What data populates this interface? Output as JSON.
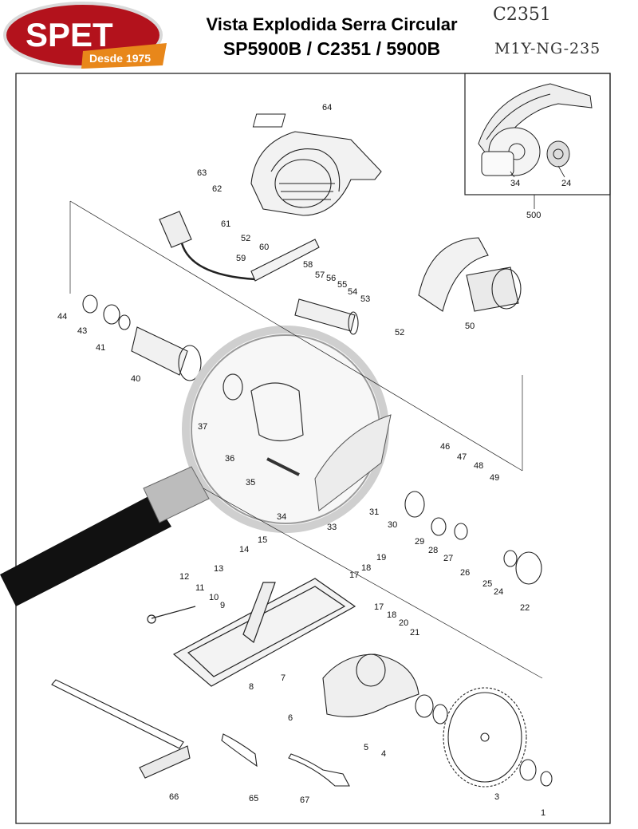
{
  "logo": {
    "brand": "SPET",
    "since": "Desde 1975"
  },
  "title": {
    "line1": "Vista Explodida Serra Circular",
    "line2": "SP5900B / C2351 / 5900B"
  },
  "models": {
    "code": "C2351",
    "variant": "M1Y-NG-235"
  },
  "part_labels": {
    "p1": "1",
    "p3": "3",
    "p4": "4",
    "p5": "5",
    "p6": "6",
    "p7": "7",
    "p8": "8",
    "p9": "9",
    "p10": "10",
    "p11": "11",
    "p12": "12",
    "p13": "13",
    "p14": "14",
    "p15": "15",
    "p17a": "17",
    "p17b": "17",
    "p18a": "18",
    "p18b": "18",
    "p19": "19",
    "p20": "20",
    "p21": "21",
    "p22": "22",
    "p24": "24",
    "p25": "25",
    "p26": "26",
    "p27": "27",
    "p28": "28",
    "p29": "29",
    "p30": "30",
    "p31": "31",
    "p33": "33",
    "p34": "34",
    "p35": "35",
    "p36": "36",
    "p37": "37",
    "p40": "40",
    "p41": "41",
    "p43": "43",
    "p44": "44",
    "p46": "46",
    "p47": "47",
    "p48": "48",
    "p49": "49",
    "p50": "50",
    "p52a": "52",
    "p52b": "52",
    "p53": "53",
    "p54": "54",
    "p55": "55",
    "p56": "56",
    "p57": "57",
    "p58": "58",
    "p59": "59",
    "p60": "60",
    "p61": "61",
    "p62": "62",
    "p63": "63",
    "p64": "64",
    "p65": "65",
    "p66": "66",
    "p67": "67",
    "inset34": "34",
    "inset24": "24",
    "inset500": "500"
  },
  "colors": {
    "logo_red": "#b3121c",
    "logo_orange": "#e8871a",
    "line": "#222222"
  },
  "icons": [
    "magnifier-icon"
  ]
}
